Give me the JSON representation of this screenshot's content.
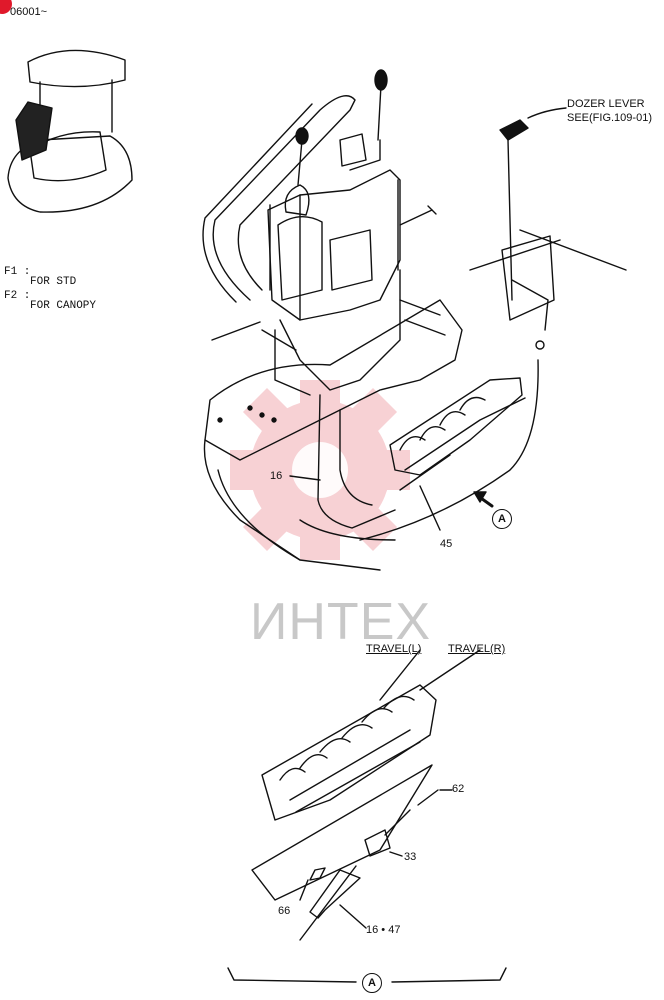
{
  "header": {
    "code": "06001~"
  },
  "legend": {
    "f1_key": "F1 :",
    "f1_text": "FOR STD",
    "f2_key": "F2 :",
    "f2_text": "FOR CANOPY"
  },
  "callouts": {
    "dozer_line1": "DOZER LEVER",
    "dozer_line2": "SEE(FIG.109-01)",
    "part_16": "16",
    "part_45": "45",
    "view_a": "A",
    "travel_l": "TRAVEL(L)",
    "travel_r": "TRAVEL(R)",
    "part_62": "62",
    "part_33": "33",
    "part_66": "66",
    "part_16_47": "16 • 47",
    "detail_a": "A"
  },
  "watermark": {
    "text": "ИНТЕХ"
  },
  "colors": {
    "badge": "#e0192b",
    "watermark_gear": "#f2b8bd",
    "ink": "#111111"
  }
}
